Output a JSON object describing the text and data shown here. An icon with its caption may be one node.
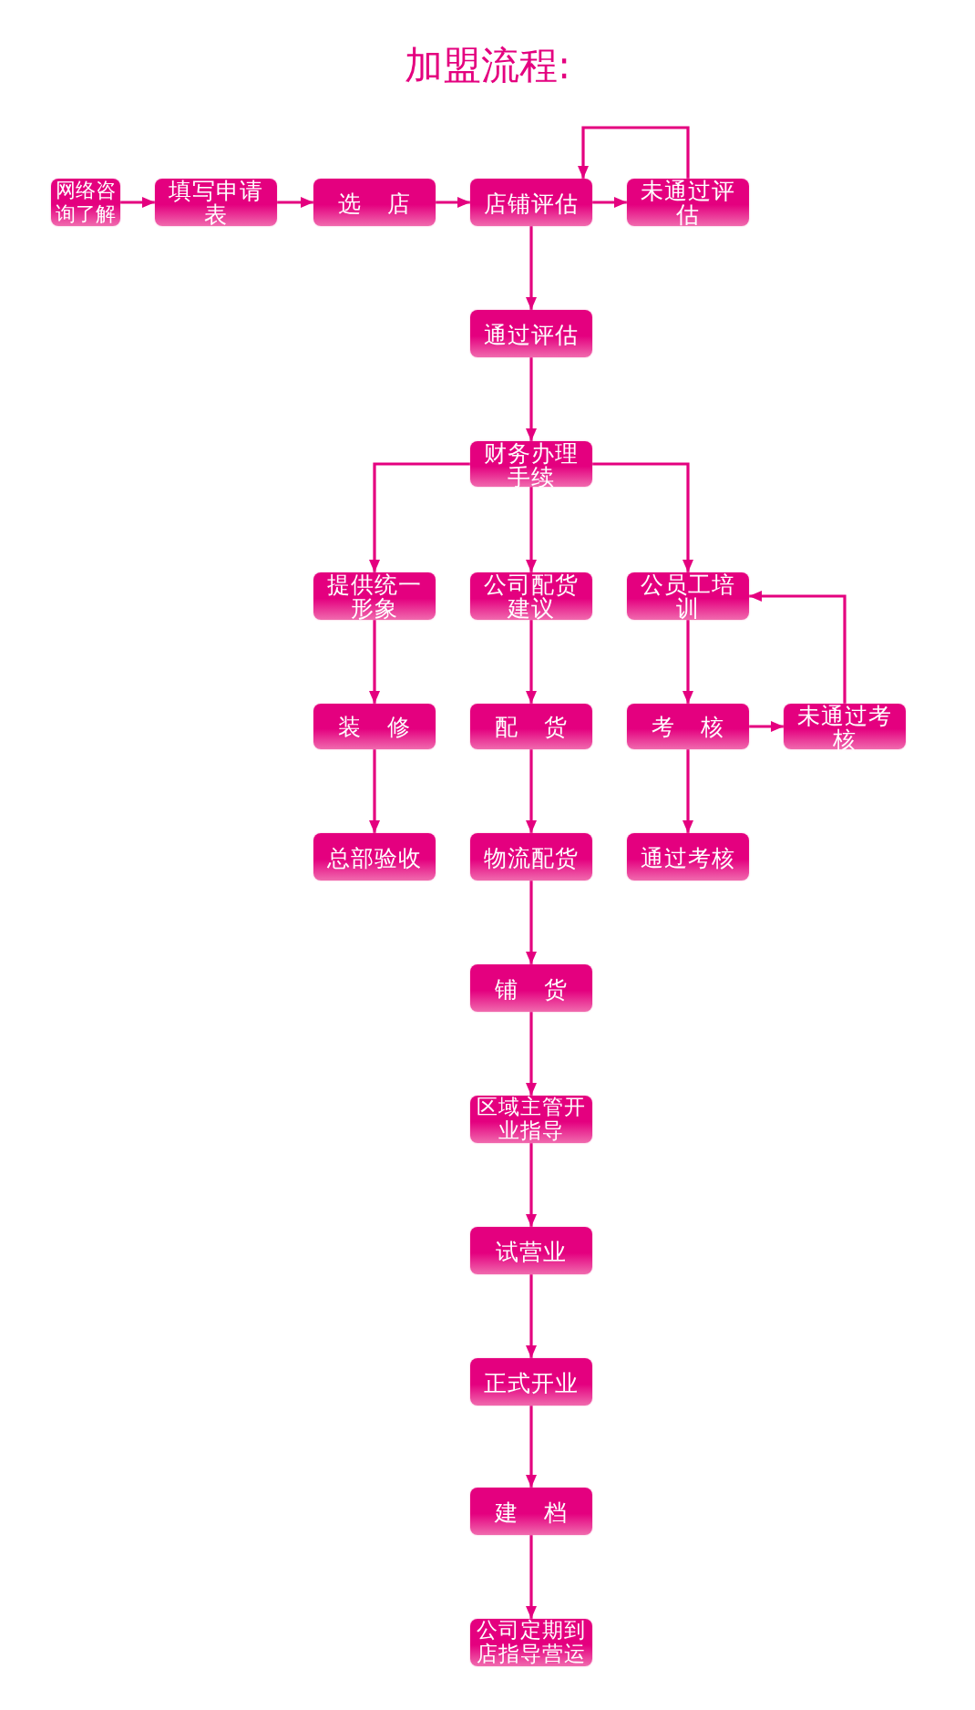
{
  "diagram": {
    "title": "加盟流程:",
    "nodes": [
      {
        "text": [
          "网络咨询了解"
        ]
      },
      {
        "text": [
          "填写申请表"
        ]
      },
      {
        "text": [
          "选 店"
        ]
      },
      {
        "text": [
          "店铺评估"
        ]
      },
      {
        "text": [
          "未通过评估"
        ]
      },
      {
        "text": [
          "通过评估"
        ]
      },
      {
        "text": [
          "财务办理手续"
        ]
      },
      {
        "text": [
          "提供统一形象"
        ]
      },
      {
        "text": [
          "公司配货建议"
        ]
      },
      {
        "text": [
          "公员工培训"
        ]
      },
      {
        "text": [
          "装 修"
        ]
      },
      {
        "text": [
          "配 货"
        ]
      },
      {
        "text": [
          "考 核"
        ]
      },
      {
        "text": [
          "未通过考核"
        ]
      },
      {
        "text": [
          "总部验收"
        ]
      },
      {
        "text": [
          "物流配货"
        ]
      },
      {
        "text": [
          "通过考核"
        ]
      },
      {
        "text": [
          "铺 货"
        ]
      },
      {
        "text": [
          "区域主管开业指导"
        ]
      },
      {
        "text": [
          "试营业"
        ]
      },
      {
        "text": [
          "正式开业"
        ]
      },
      {
        "text": [
          "建 档"
        ]
      },
      {
        "text": [
          "公司定期到店指导营运"
        ]
      }
    ],
    "edges": [
      {
        "from": 0,
        "to": 1,
        "arrow": "to"
      },
      {
        "from": 1,
        "to": 2,
        "arrow": "to"
      },
      {
        "from": 2,
        "to": 3,
        "arrow": "to"
      },
      {
        "from": 3,
        "to": 4,
        "arrow": "to"
      },
      {
        "from": 4,
        "to": 3,
        "arrow": "to"
      },
      {
        "from": 3,
        "to": 5,
        "arrow": "to"
      },
      {
        "from": 5,
        "to": 6,
        "arrow": "to"
      },
      {
        "from": 6,
        "to": 7,
        "arrow": "to"
      },
      {
        "from": 6,
        "to": 8,
        "arrow": "to"
      },
      {
        "from": 6,
        "to": 9,
        "arrow": "to"
      },
      {
        "from": 7,
        "to": 10,
        "arrow": "to"
      },
      {
        "from": 10,
        "to": 14,
        "arrow": "to"
      },
      {
        "from": 8,
        "to": 11,
        "arrow": "to"
      },
      {
        "from": 11,
        "to": 15,
        "arrow": "to"
      },
      {
        "from": 15,
        "to": 17,
        "arrow": "to"
      },
      {
        "from": 17,
        "to": 18,
        "arrow": "to"
      },
      {
        "from": 18,
        "to": 19,
        "arrow": "to"
      },
      {
        "from": 19,
        "to": 20,
        "arrow": "to"
      },
      {
        "from": 20,
        "to": 21,
        "arrow": "to"
      },
      {
        "from": 21,
        "to": 22,
        "arrow": "to"
      },
      {
        "from": 9,
        "to": 12,
        "arrow": "to"
      },
      {
        "from": 12,
        "to": 13,
        "arrow": "to"
      },
      {
        "from": 13,
        "to": 9,
        "arrow": "to"
      },
      {
        "from": 12,
        "to": 16,
        "arrow": "to"
      }
    ]
  }
}
